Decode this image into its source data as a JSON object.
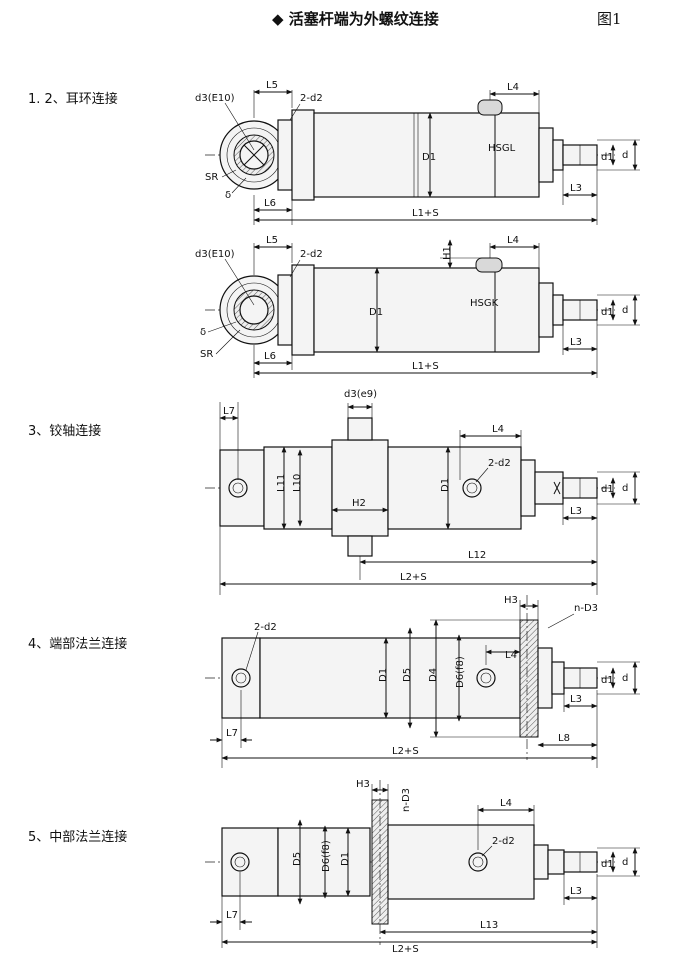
{
  "header": {
    "title": "◆   活塞杆端为外螺纹连接",
    "figure": "图1"
  },
  "sections": [
    {
      "label": "1. 2、耳环连接"
    },
    {
      "label": "3、铰轴连接"
    },
    {
      "label": "4、端部法兰连接"
    },
    {
      "label": "5、中部法兰连接"
    }
  ],
  "dims": {
    "d3E10": "d3(E10)",
    "d3e9": "d3(e9)",
    "L5": "L5",
    "L6": "L6",
    "L4": "L4",
    "L3": "L3",
    "L1S": "L1+S",
    "L2S": "L2+S",
    "L7": "L7",
    "L8": "L8",
    "L10": "L10",
    "L11": "L11",
    "L12": "L12",
    "L13": "L13",
    "D1": "D1",
    "D4": "D4",
    "D5": "D5",
    "D6f8": "D6(f8)",
    "d1": "d1",
    "d": "d",
    "H1": "H1",
    "H2": "H2",
    "H3": "H3",
    "SR": "SR",
    "delta": "δ",
    "two_d2": "2-d2",
    "nD3": "n-D3",
    "HSGL": "HSGL",
    "HSGK": "HSGK"
  }
}
